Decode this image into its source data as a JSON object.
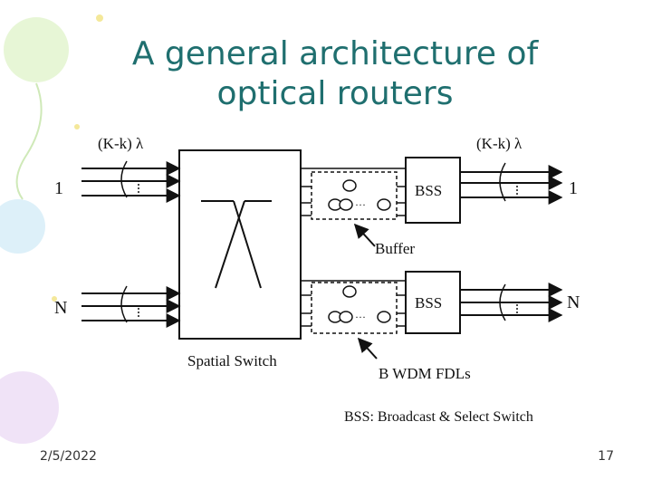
{
  "slide": {
    "title_line1": "A general architecture of",
    "title_line2": "optical routers",
    "date": "2/5/2022",
    "page_number": "17"
  },
  "diagram": {
    "input_wavelengths_label": "(K-k) λ",
    "output_wavelengths_label": "(K-k) λ",
    "input_port_first": "1",
    "input_port_last": "N",
    "output_port_first": "1",
    "output_port_last": "N",
    "switch_label": "Spatial Switch",
    "bss_top_label": "BSS",
    "bss_bottom_label": "BSS",
    "buffer_label": "Buffer",
    "fdl_label": "B WDM FDLs",
    "legend": "BSS: Broadcast & Select Switch"
  },
  "colors": {
    "title": "#1f6f6f",
    "line": "#111111"
  }
}
